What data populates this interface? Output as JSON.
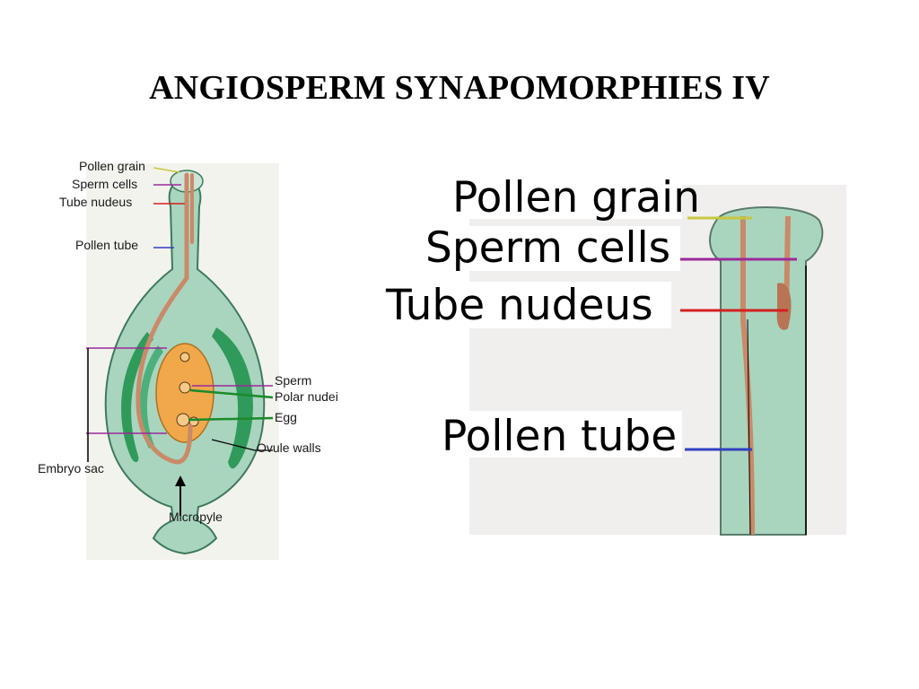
{
  "slide": {
    "title": "ANGIOSPERM SYNAPOMORPHIES IV"
  },
  "left_figure": {
    "labels": {
      "pollen_grain": "Pollen grain",
      "sperm_cells": "Sperm cells",
      "tube_nucleus": "Tube nudeus",
      "pollen_tube": "Pollen tube",
      "sperm": "Sperm",
      "polar_nuclei": "Polar nudei",
      "egg": "Egg",
      "ovule_walls": "Ovule walls",
      "embryo_sac": "Embryo sac",
      "micropyle": "Micropyle"
    }
  },
  "right_figure": {
    "labels": {
      "pollen_grain": "Pollen grain",
      "sperm_cells": "Sperm cells",
      "tube_nucleus": "Tube nudeus",
      "pollen_tube": "Pollen tube"
    }
  },
  "colors": {
    "ovule_fill": "#a9d4bd",
    "ovule_dark": "#2f9a5a",
    "embryo_sac": "#f0a84a",
    "pollen_tube": "#c98a6a",
    "line_yellow": "#c8c840",
    "line_purple": "#9a2a9a",
    "line_red": "#d42020",
    "line_blue": "#3040c0",
    "line_green": "#1a8a2a"
  }
}
